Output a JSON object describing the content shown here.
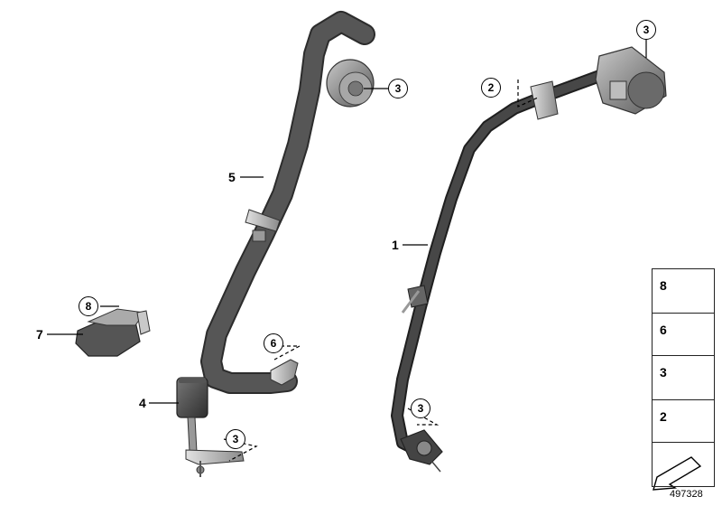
{
  "callouts": {
    "c1": "1",
    "c2": "2",
    "c3_top_left": "3",
    "c3_top_right": "3",
    "c3_mid": "3",
    "c3_bottom": "3",
    "c4": "4",
    "c5": "5",
    "c6": "6",
    "c7": "7",
    "c8": "8"
  },
  "legend": {
    "items": [
      {
        "number": "8",
        "icon": "screw-icon"
      },
      {
        "number": "6",
        "icon": "screw-icon"
      },
      {
        "number": "3",
        "icon": "screw-icon"
      },
      {
        "number": "2",
        "icon": "screw-icon"
      }
    ],
    "arrow_icon": "direction-arrow-icon"
  },
  "drawing_number": "497328",
  "colors": {
    "belt": "#4a4a4a",
    "belt_edge": "#2e2e2e",
    "metal": "#b8b8b8",
    "retractor": "#8e8e8e",
    "line": "#000000"
  }
}
